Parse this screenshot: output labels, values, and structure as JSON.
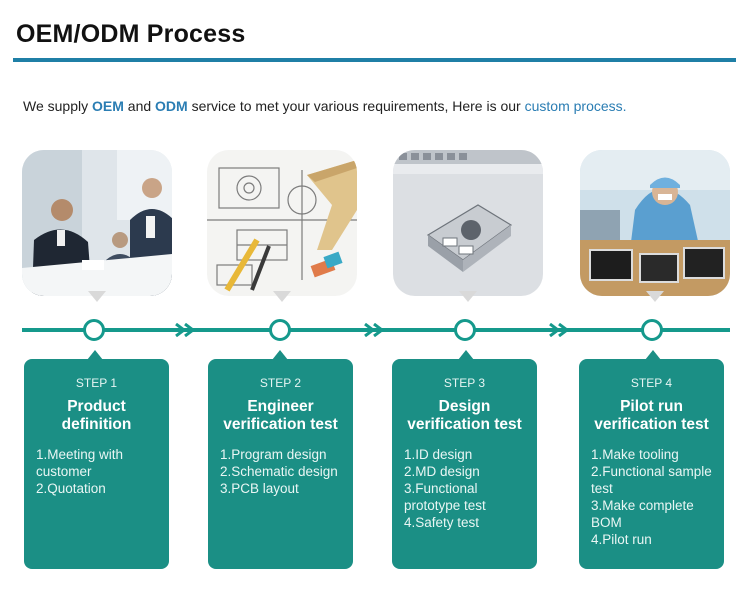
{
  "title": "OEM/ODM Process",
  "intro": {
    "p1": "We supply ",
    "oem": "OEM",
    "p2": " and ",
    "odm": "ODM",
    "p3": "  service to met your various requirements, Here is our ",
    "custom": "custom process."
  },
  "colors": {
    "accent_blue": "#1f7fa6",
    "teal": "#1b8f85",
    "timeline": "#15998c"
  },
  "steps": [
    {
      "label": "STEP 1",
      "name_line1": "Product",
      "name_line2": "definition",
      "items": [
        "1.Meeting with customer",
        "2.Quotation"
      ]
    },
    {
      "label": "STEP 2",
      "name_line1": "Engineer",
      "name_line2": "verification test",
      "items": [
        "1.Program design",
        "2.Schematic design",
        "3.PCB layout"
      ]
    },
    {
      "label": "STEP 3",
      "name_line1": "Design",
      "name_line2": "verification test",
      "items": [
        "1.ID design",
        "2.MD design",
        "3.Functional prototype test",
        "4.Safety test"
      ]
    },
    {
      "label": "STEP 4",
      "name_line1": "Pilot run",
      "name_line2": "verification test",
      "items": [
        "1.Make tooling",
        "2.Functional sample test",
        "3.Make complete BOM",
        "4.Pilot run"
      ]
    }
  ]
}
